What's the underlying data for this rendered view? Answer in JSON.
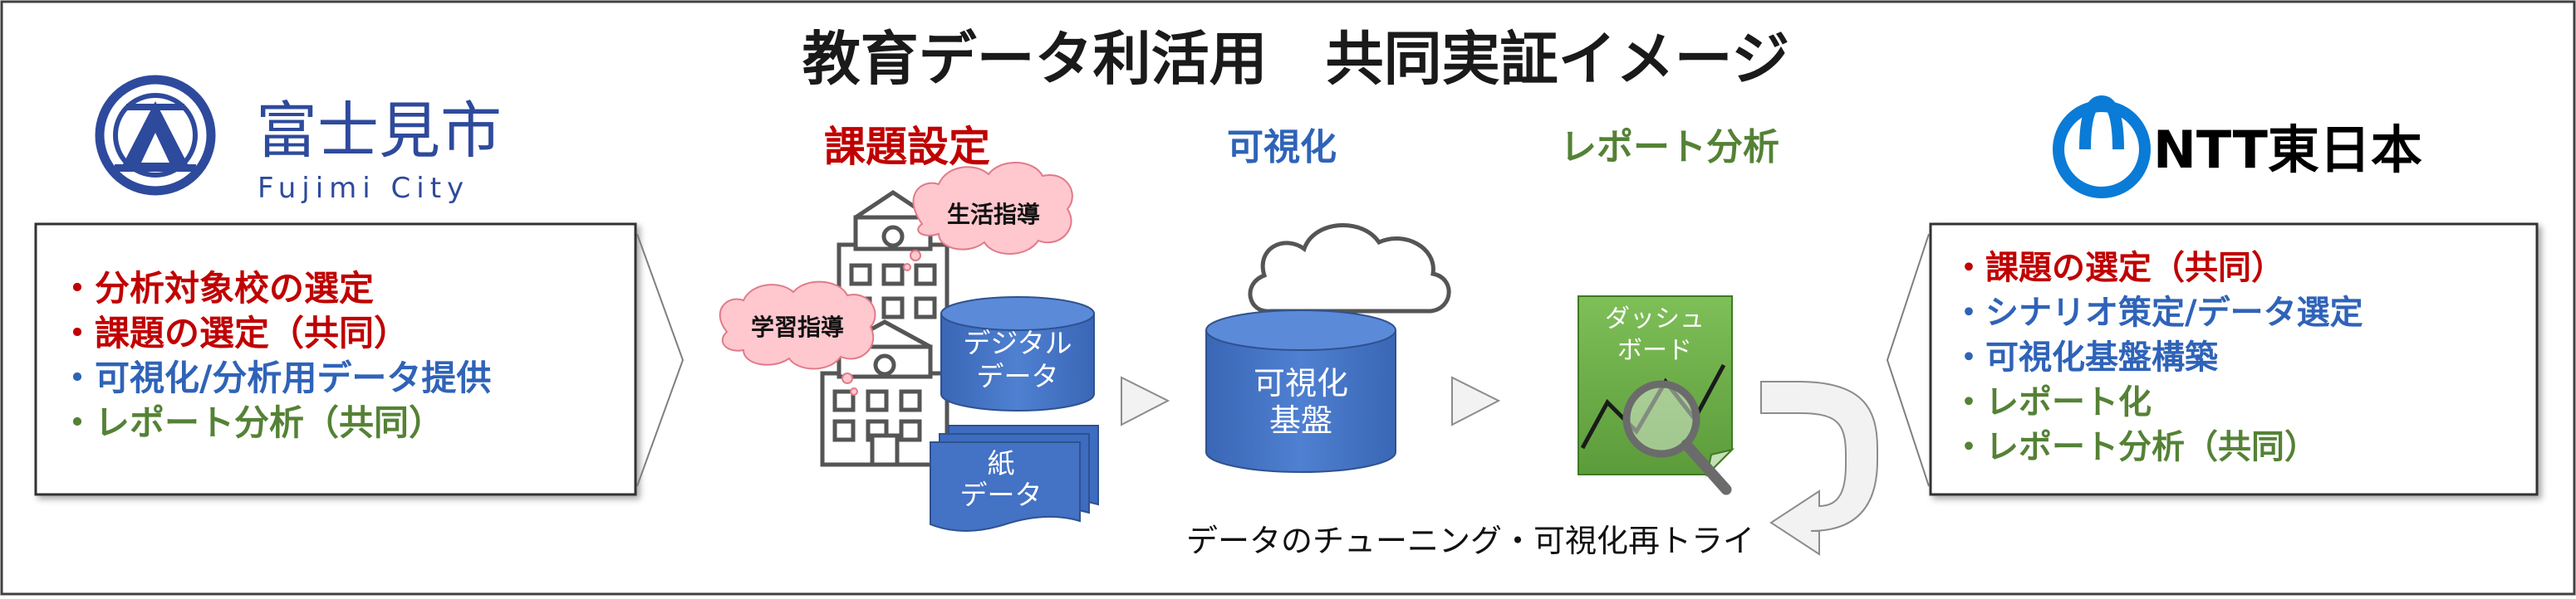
{
  "title": "教育データ利活用　共同実証イメージ",
  "fujimi": {
    "name": "富士見市",
    "name_en": "Fujimi City",
    "items": [
      {
        "text": "・分析対象校の選定",
        "color": "#c00000"
      },
      {
        "text": "・課題の選定（共同）",
        "color": "#c00000"
      },
      {
        "text": "・可視化/分析用データ提供",
        "color": "#2f63b8"
      },
      {
        "text": "・レポート分析（共同）",
        "color": "#548235"
      }
    ]
  },
  "ntt": {
    "name": "NTT東日本",
    "items": [
      {
        "text": "・課題の選定（共同）",
        "color": "#c00000"
      },
      {
        "text": "・シナリオ策定/データ選定",
        "color": "#2f63b8"
      },
      {
        "text": "・可視化基盤構築",
        "color": "#2f63b8"
      },
      {
        "text": "・レポート化",
        "color": "#548235"
      },
      {
        "text": "・レポート分析（共同）",
        "color": "#548235"
      }
    ]
  },
  "stages": {
    "issue": {
      "label": "課題設定",
      "color": "#c00000"
    },
    "visualize": {
      "label": "可視化",
      "color": "#2f63b8"
    },
    "report": {
      "label": "レポート分析",
      "color": "#548235"
    }
  },
  "bubbles": {
    "life": "生活指導",
    "study": "学習指導"
  },
  "digital_data": {
    "line1": "デジタル",
    "line2": "データ"
  },
  "paper_data": {
    "line1": "紙",
    "line2": "データ"
  },
  "platform": {
    "line1": "可視化",
    "line2": "基盤"
  },
  "dashboard": {
    "line1": "ダッシュ",
    "line2": "ボード"
  },
  "loop_caption": "データのチューニング・可視化再トライ",
  "colors": {
    "red": "#c00000",
    "blue": "#2f63b8",
    "green": "#548235",
    "cylinder": "#4472c4",
    "cloud_pink": "#ffc7ce",
    "dash_green": "#70ad47"
  }
}
